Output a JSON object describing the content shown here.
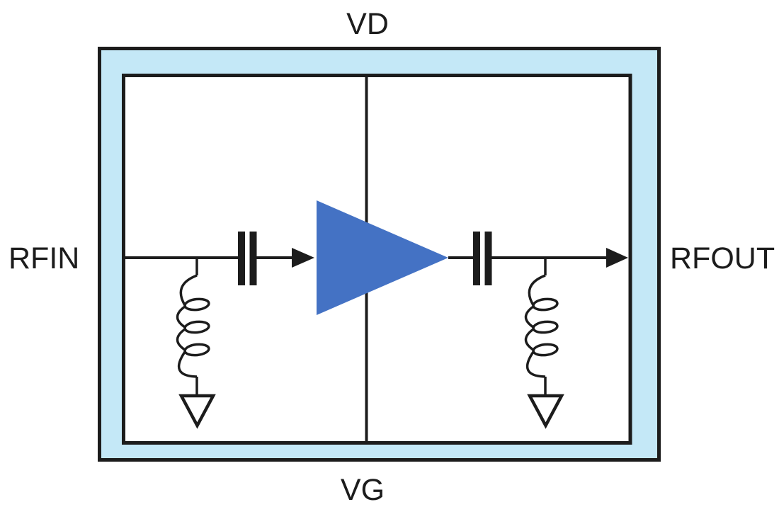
{
  "diagram": {
    "labels": {
      "top": "VD",
      "bottom": "VG",
      "left": "RFIN",
      "right": "RFOUT"
    },
    "colors": {
      "frame_fill": "#C4E8F7",
      "amplifier_fill": "#4472C4",
      "line": "#1C1C1C",
      "background": "#FFFFFF"
    },
    "components": [
      {
        "name": "amplifier-triangle-icon",
        "type": "amplifier"
      },
      {
        "name": "input-capacitor-icon",
        "type": "dc-block-capacitor"
      },
      {
        "name": "output-capacitor-icon",
        "type": "dc-block-capacitor"
      },
      {
        "name": "input-shunt-inductor-icon",
        "type": "inductor"
      },
      {
        "name": "output-shunt-inductor-icon",
        "type": "inductor"
      },
      {
        "name": "ground-icon-left",
        "type": "ground"
      },
      {
        "name": "ground-icon-right",
        "type": "ground"
      },
      {
        "name": "signal-flow-arrow",
        "type": "arrowhead",
        "count": 2
      }
    ]
  }
}
